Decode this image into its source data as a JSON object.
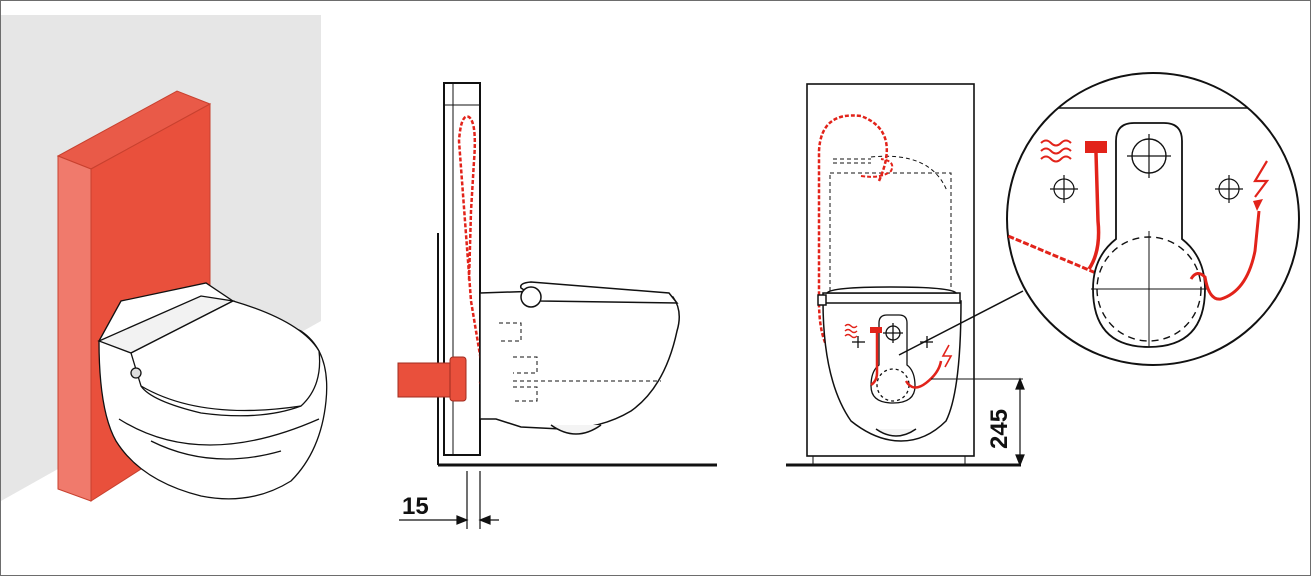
{
  "colors": {
    "accent": "#e2231a",
    "cable": "#e2231a",
    "wall": "#e6e6e6",
    "module_front": "#e9503c",
    "module_side": "#f07a6c",
    "module_top": "#e9503c",
    "line": "#111111"
  },
  "panels": [
    {
      "id": "isometric-view"
    },
    {
      "id": "side-view"
    },
    {
      "id": "front-view"
    },
    {
      "id": "detail-view"
    }
  ],
  "dimensions": {
    "wall_gap": "15",
    "outlet_height": "245"
  },
  "icons": {
    "water": "water-supply-icon",
    "power": "power-supply-icon"
  }
}
